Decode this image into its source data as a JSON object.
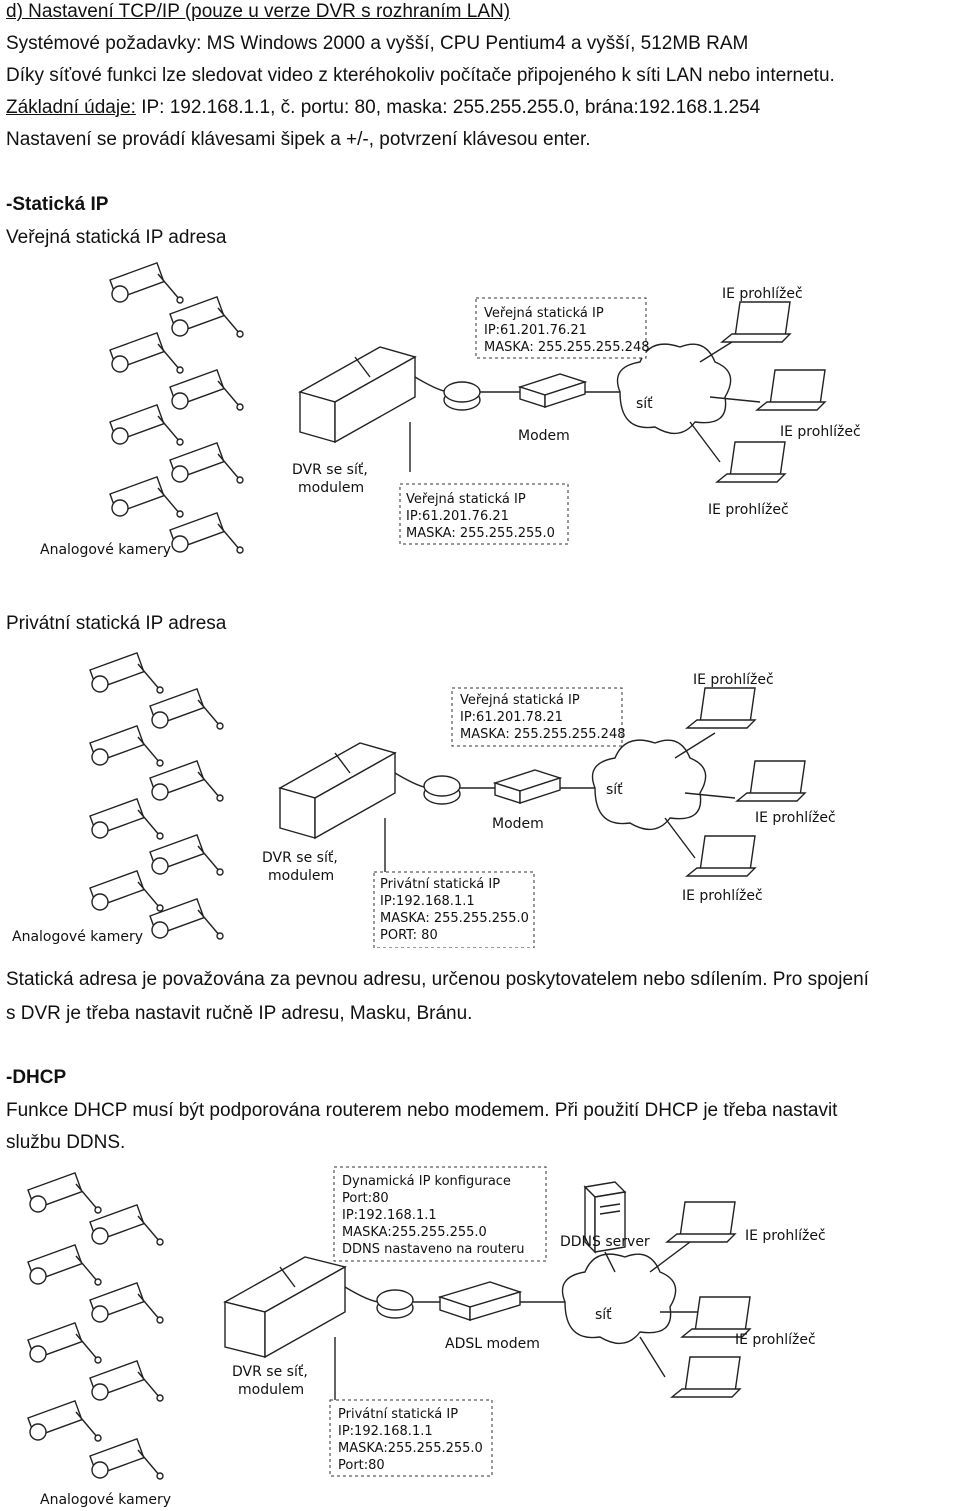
{
  "intro": {
    "heading": "d) Nastavení TCP/IP (pouze u verze DVR s rozhraním LAN)",
    "requirements": "Systémové požadavky: MS Windows 2000 a vyšší, CPU Pentium4 a vyšší, 512MB RAM",
    "network_note": "Díky síťové funkci lze sledovat video z kteréhokoliv počítače připojeného k síti LAN nebo internetu.",
    "basic_label": "Základní údaje:",
    "basic_values": " IP:  192.168.1.1, č. portu: 80, maska: 255.255.255.0, brána:192.168.1.254",
    "keys_note": "Nastavení se provádí klávesami šipek a +/-, potvrzení klávesou enter."
  },
  "static_section": {
    "title": "-Statická IP",
    "public_caption": "Veřejná statická IP adresa",
    "private_caption": "Privátní statická IP adresa",
    "description_1": "Statická adresa je považována za pevnou adresu, určenou poskytovatelem nebo sdílením. Pro spojení",
    "description_2": "s DVR je třeba nastavit ručně IP adresu, Masku, Bránu."
  },
  "dhcp_section": {
    "title": "-DHCP",
    "description_1": "Funkce DHCP musí být podporována routerem nebo modemem. Při použití DHCP je třeba nastavit",
    "description_2": "službu DDNS."
  },
  "diagram1": {
    "ie1": "IE prohlížeč",
    "ie2": "IE prohlížeč",
    "ie3": "IE prohlížeč",
    "net": "síť",
    "modem": "Modem",
    "dvr_1": "DVR se síť,",
    "dvr_2": "modulem",
    "cameras": "Analogové kamery",
    "box_top": [
      "Veřejná statická IP",
      "IP:61.201.76.21",
      "MASKA: 255.255.255.248"
    ],
    "box_bottom": [
      "Veřejná statická IP",
      "IP:61.201.76.21",
      "MASKA: 255.255.255.0"
    ]
  },
  "diagram2": {
    "ie1": "IE prohlížeč",
    "ie2": "IE prohlížeč",
    "ie3": "IE prohlížeč",
    "net": "síť",
    "modem": "Modem",
    "dvr_1": "DVR se síť,",
    "dvr_2": "modulem",
    "cameras": "Analogové kamery",
    "box_top": [
      "Veřejná statická IP",
      "IP:61.201.78.21",
      "MASKA: 255.255.255.248"
    ],
    "box_bottom": [
      "Privátní statická IP",
      "IP:192.168.1.1",
      "MASKA: 255.255.255.0",
      "PORT: 80"
    ]
  },
  "diagram3": {
    "ie1": "IE prohlížeč",
    "ie2": "IE prohlížeč",
    "net": "síť",
    "modem": "ADSL modem",
    "server": "DDNS server",
    "dvr_1": "DVR se síť,",
    "dvr_2": "modulem",
    "cameras": "Analogové kamery",
    "box_top": [
      "Dynamická IP konfigurace",
      "Port:80",
      "IP:192.168.1.1",
      "MASKA:255.255.255.0",
      "DDNS nastaveno na routeru"
    ],
    "box_bottom": [
      "Privátní statická IP",
      "IP:192.168.1.1",
      "MASKA:255.255.255.0",
      "Port:80"
    ]
  }
}
